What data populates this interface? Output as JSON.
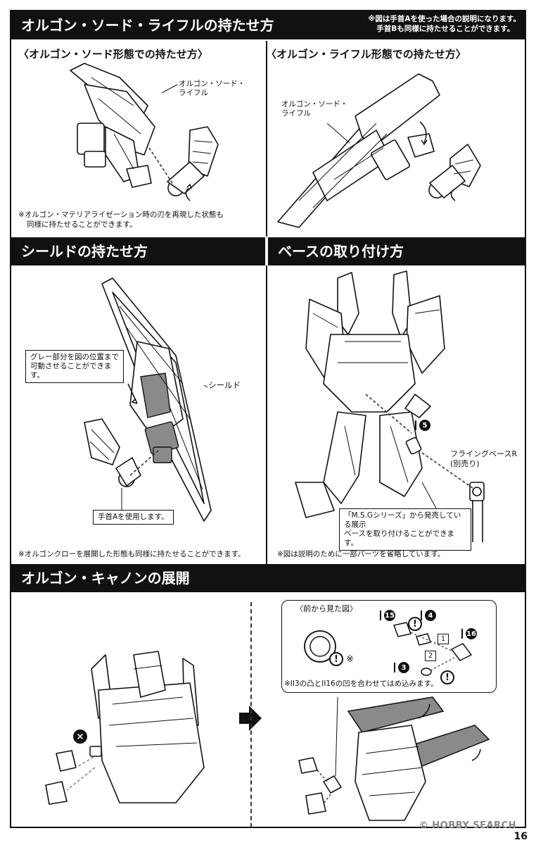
{
  "section1": {
    "title": "オルゴン・ソード・ライフルの持たせ方",
    "note_line1": "※図は手首Aを使った場合の説明になります。",
    "note_line2": "手首Bも同様に持たせることができます。",
    "left_heading": "〈オルゴン・ソード形態での持たせ方〉",
    "left_label_line1": "オルゴン・ソード・",
    "left_label_line2": "ライフル",
    "left_note_line1": "※オルゴン・マテリアライゼーション時の刃を再現した状態も",
    "left_note_line2": "同様に持たせることができます。",
    "right_heading": "〈オルゴン・ライフル形態での持たせ方〉",
    "right_label_line1": "オルゴン・ソード・",
    "right_label_line2": "ライフル"
  },
  "section2": {
    "title": "シールドの持たせ方",
    "callout_line1": "グレー部分を図の位置まで",
    "callout_line2": "可動させることができます。",
    "shield_label": "シールド",
    "wrist_label": "手首Aを使用します。",
    "note": "※オルゴンクローを展開した形態も同様に持たせることができます。"
  },
  "section3": {
    "title": "ベースの取り付け方",
    "part_number": "5",
    "base_label_line1": "フライングベースR",
    "base_label_line2": "(別売り)",
    "callout_line1": "「M.S.Gシリーズ」から発売している展示",
    "callout_line2": "ベースを取り付けることができます。",
    "note": "※図は説明のために一部パーツを省略しています。"
  },
  "section4": {
    "title": "オルゴン・キャノンの展開",
    "front_view_label": "〈前から見た図〉",
    "part_15": "15",
    "part_4": "4",
    "part_16": "16",
    "part_3": "3",
    "step_1": "1",
    "step_2": "2",
    "asterisk": "※",
    "fit_note": "※ⅠⅠ3の凸とⅠⅠ16の凹を合わせてはめ込みます。",
    "remove_mark": "×"
  },
  "footer": {
    "watermark": "© HOBBY SEARCH",
    "page_number": "16"
  },
  "colors": {
    "ink": "#111111",
    "part_gray": "#8a8a8a"
  }
}
